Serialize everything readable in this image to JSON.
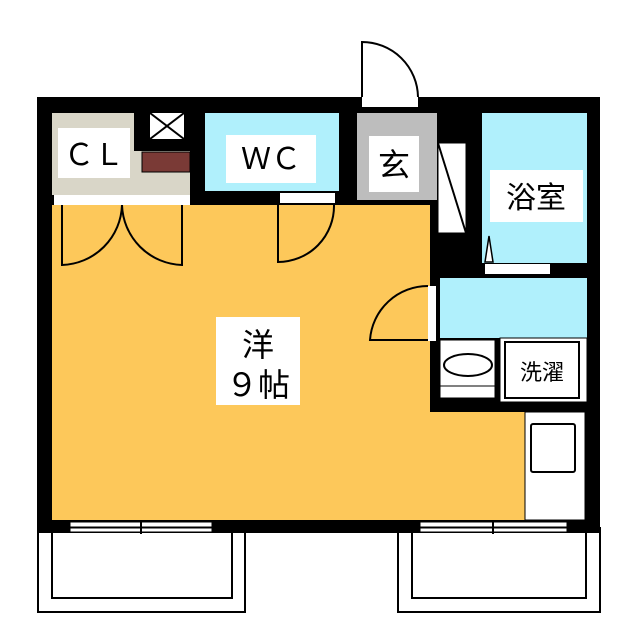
{
  "rooms": {
    "closet": "ＣＬ",
    "toilet": "ＷＣ",
    "entrance": "玄",
    "bath": "浴室",
    "laundry": "洗濯",
    "main_room_type": "洋",
    "main_room_size": "９帖"
  },
  "colors": {
    "wall": "#000000",
    "main_room": "#fdc85a",
    "wet_area": "#b0f0fc",
    "entrance": "#bdbdbd",
    "closet": "#d9d6c8",
    "accent": "#7a3a36"
  }
}
